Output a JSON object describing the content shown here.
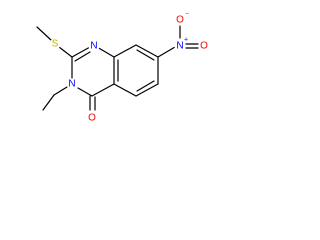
{
  "atoms": {
    "s": {
      "label": "S",
      "color": "#b8b800"
    },
    "n1": {
      "label": "N",
      "color": "#0000ff"
    },
    "n3": {
      "label": "N",
      "color": "#0000ff"
    },
    "o_carbonyl": {
      "label": "O",
      "color": "#ff0000"
    },
    "n_nitro": {
      "label": "N",
      "charge": "+",
      "color": "#0000ff"
    },
    "o_nitro_top": {
      "label": "O",
      "charge": "−",
      "color": "#ff0000"
    },
    "o_nitro_side": {
      "label": "O",
      "color": "#ff0000"
    }
  },
  "bond_color": "#000000"
}
